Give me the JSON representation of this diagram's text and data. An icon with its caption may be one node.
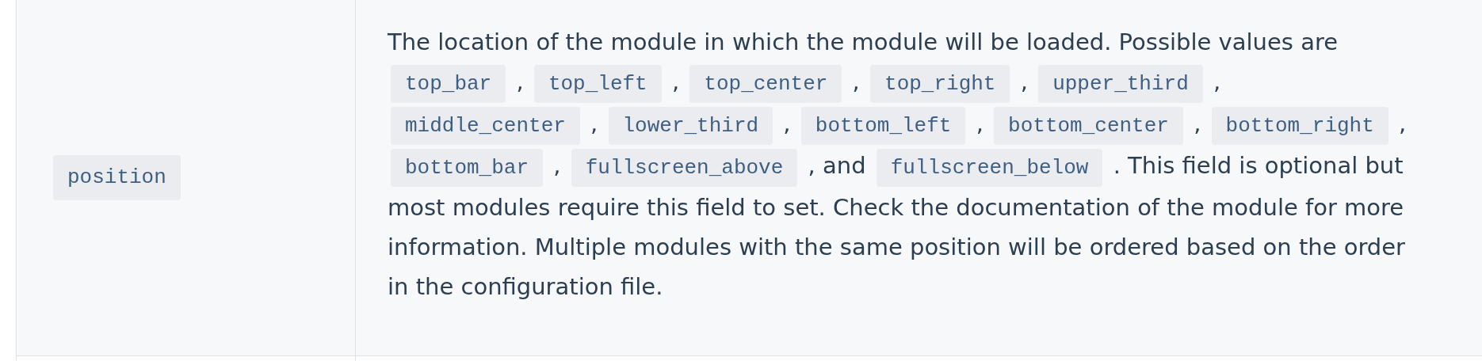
{
  "diagram": {
    "labels": [
      "position",
      "The location of the module in which the module will be loaded. Possible values are",
      "top_bar",
      ",",
      "top_left",
      ",",
      "top_center",
      ",",
      "top_right",
      ",",
      "upper_third",
      ",",
      "middle_center",
      ",",
      "lower_third",
      ",",
      "bottom_left",
      ",",
      "bottom_center",
      ",",
      "bottom_right",
      ",",
      "bottom_bar",
      ",",
      "fullscreen_above",
      ", and",
      "fullscreen_below",
      ". This field is optional but most modules require this field to set. Check the documentation of the module for more information. Multiple modules with the same position will be ordered based on the order in the configuration file."
    ]
  }
}
